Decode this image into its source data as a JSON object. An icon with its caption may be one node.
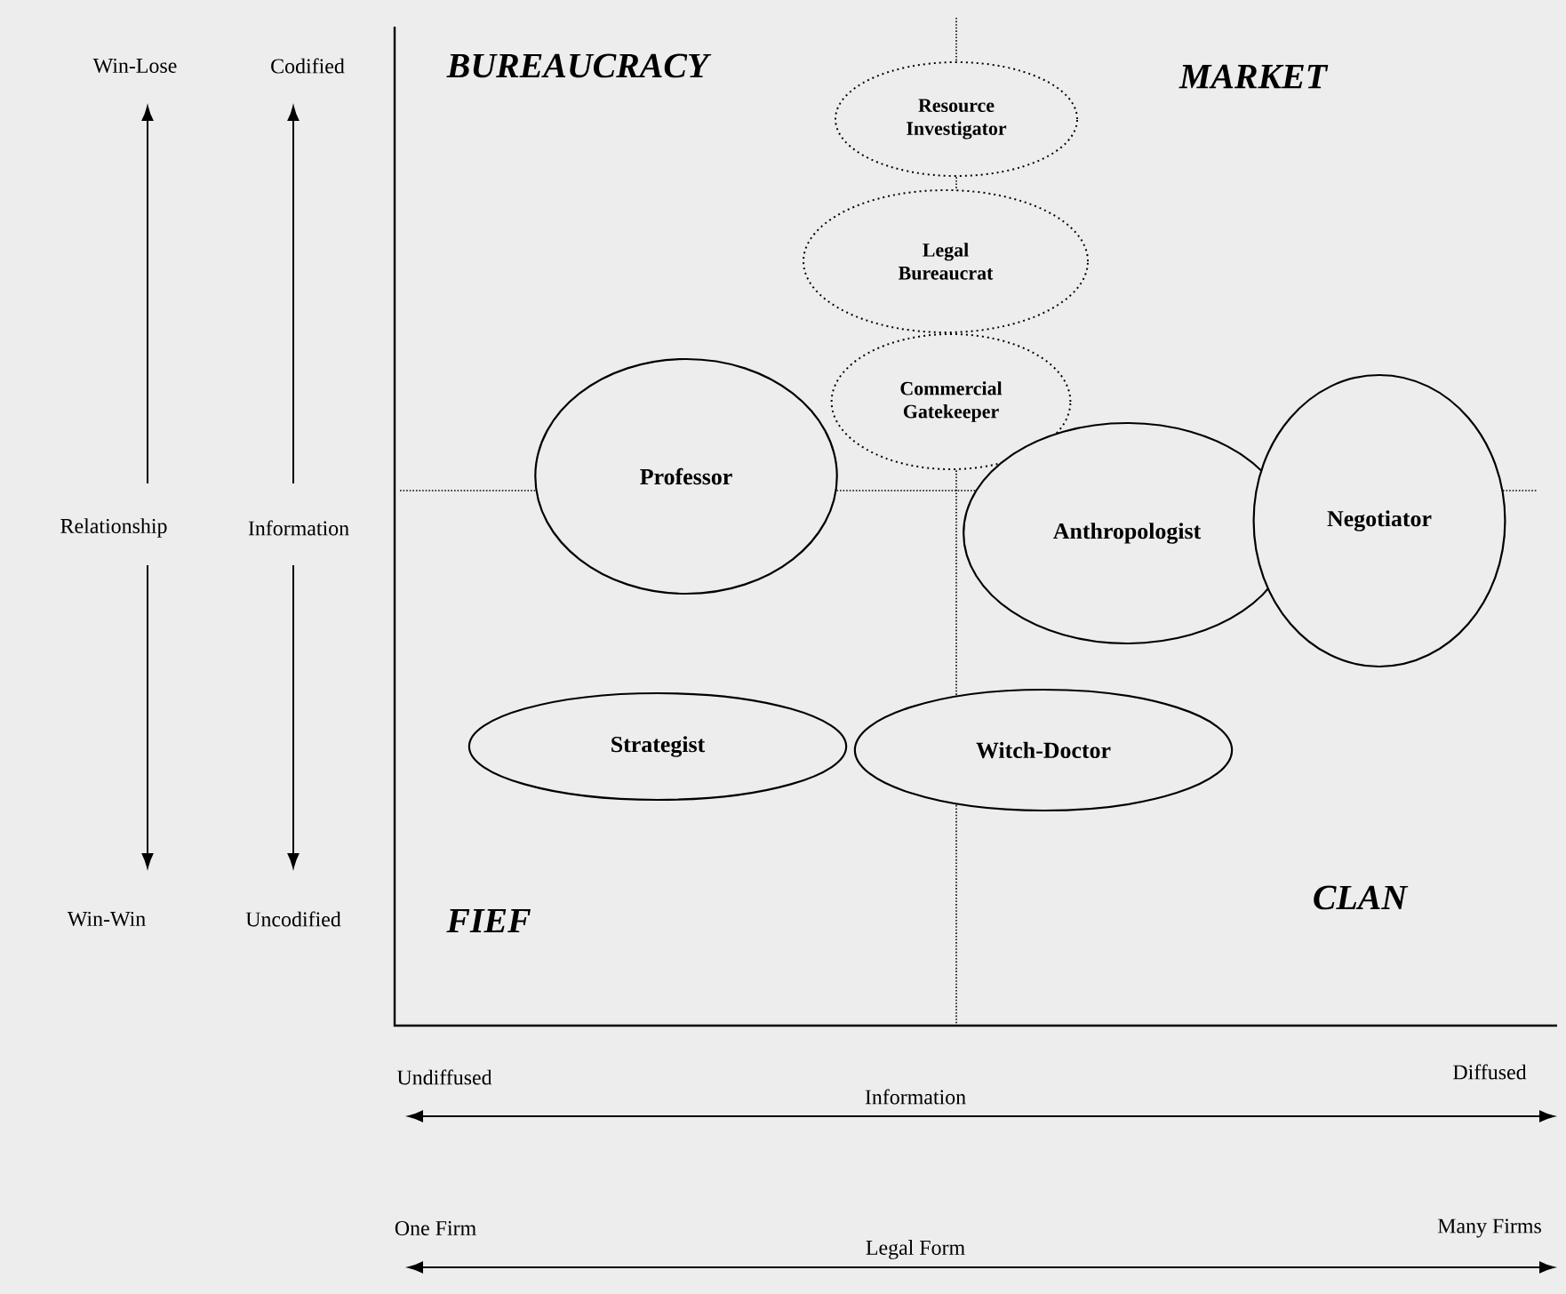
{
  "diagram": {
    "nodes": [
      {
        "text": [
          "Resource Investigator"
        ]
      },
      {
        "text": [
          "Legal Bureaucrat"
        ]
      },
      {
        "text": [
          "Commercial Gatekeeper"
        ]
      },
      {
        "text": [
          "Professor"
        ]
      },
      {
        "text": [
          "Anthropologist"
        ]
      },
      {
        "text": [
          "Negotiator"
        ]
      },
      {
        "text": [
          "Strategist"
        ]
      },
      {
        "text": [
          "Witch-Doctor"
        ]
      }
    ],
    "labels": [
      "Win-Lose",
      "Codified",
      "BUREAUCRACY",
      "MARKET",
      "Relationship",
      "Information",
      "Win-Win",
      "Uncodified",
      "FIEF",
      "CLAN",
      "Undiffused",
      "Information",
      "Diffused",
      "One Firm",
      "Legal Form",
      "Many Firms"
    ]
  }
}
